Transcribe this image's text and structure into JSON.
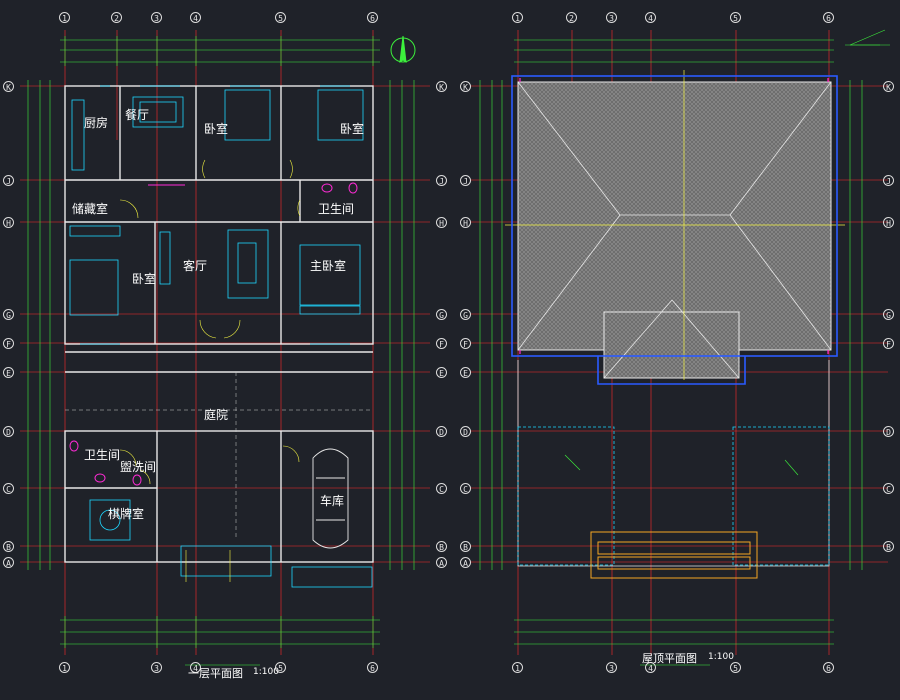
{
  "plan_ground": {
    "title": "一层平面图",
    "scale": "1:100",
    "rooms": {
      "kitchen": "厨房",
      "dining": "餐厅",
      "bedroom_top": "卧室",
      "bedroom_top_right": "卧室",
      "storage": "储藏室",
      "bathroom_top": "卫生间",
      "living": "客厅",
      "bedroom_left": "卧室",
      "master_bedroom": "主卧室",
      "courtyard": "庭院",
      "bathroom_bottom": "卫生间",
      "laundry": "盥洗间",
      "tea_room": "棋牌室",
      "garage": "车库"
    }
  },
  "plan_roof": {
    "title": "屋顶平面图",
    "scale": "1:100"
  },
  "axes": {
    "ground_top": [
      "1",
      "2",
      "3",
      "4",
      "5",
      "6"
    ],
    "ground_bottom": [
      "1",
      "3",
      "4",
      "5",
      "6"
    ],
    "roof_top": [
      "1",
      "2",
      "3",
      "4",
      "5",
      "6"
    ],
    "roof_bottom": [
      "1",
      "3",
      "4",
      "5",
      "6"
    ],
    "rows": [
      "K",
      "J",
      "H",
      "G",
      "F",
      "E",
      "D",
      "C",
      "B",
      "A"
    ]
  },
  "colors": {
    "background": "#1f2229",
    "wall": "#e8e8e8",
    "dimension": "#3cf03c",
    "gridline": "#ff2a2a",
    "cyan": "#1fd7ff",
    "magenta": "#ff2bd6",
    "yellow": "#f5f542",
    "blue": "#2a5bff"
  }
}
